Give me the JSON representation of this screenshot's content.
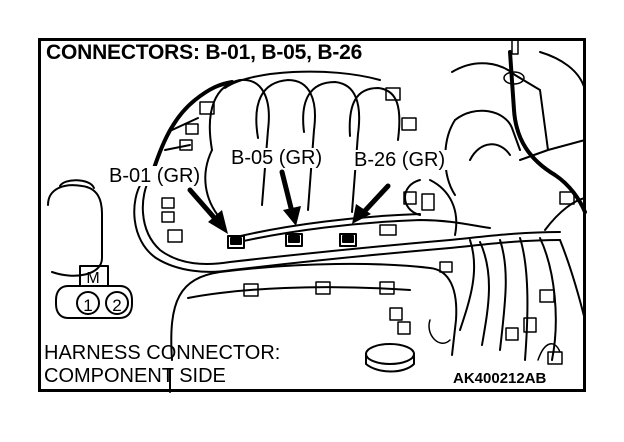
{
  "title": "CONNECTORS: B-01, B-05, B-26",
  "callouts": {
    "b01": "B-01 (GR)",
    "b05": "B-05 (GR)",
    "b26": "B-26 (GR)"
  },
  "connector_symbol": {
    "mark": "M",
    "pins": [
      "1",
      "2"
    ]
  },
  "caption": {
    "line1": "HARNESS CONNECTOR:",
    "line2": "COMPONENT SIDE"
  },
  "figure_code": "AK400212AB",
  "colors": {
    "line": "#000000",
    "background": "#ffffff"
  }
}
